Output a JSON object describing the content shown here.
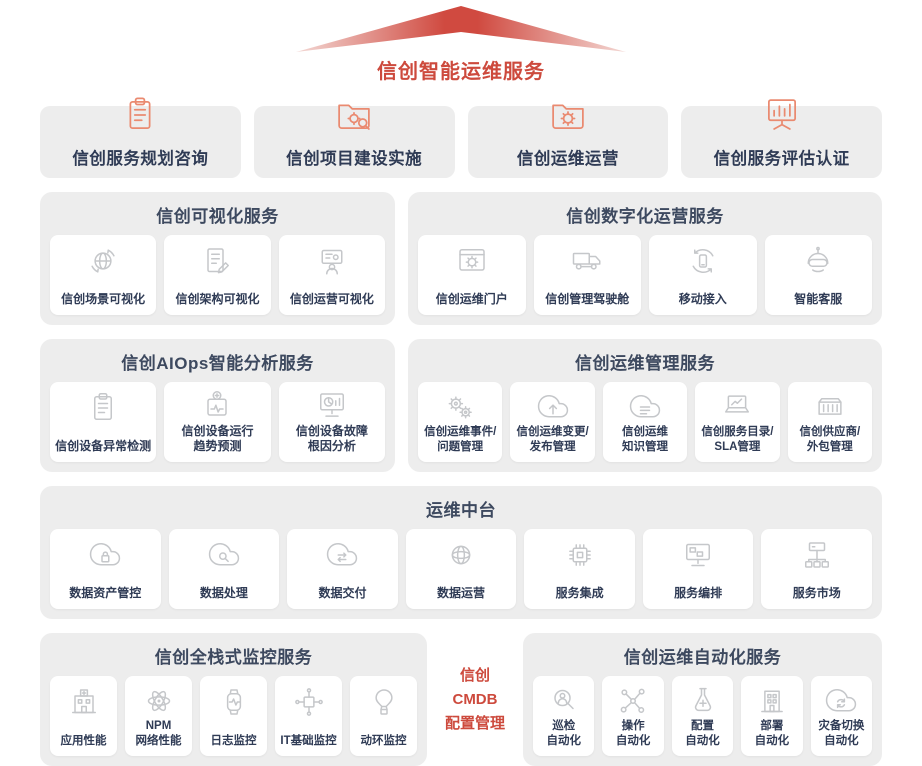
{
  "title": "信创智能运维服务",
  "colors": {
    "accent_red": "#cd4a3d",
    "header_navy": "#3d495f",
    "card_text": "#2f3b55",
    "panel_bg": "#ededed",
    "icon_orange": "#ea8a70",
    "icon_gray": "#c5c7ca",
    "roof_center": "#d04a40",
    "roof_edge": "#f3d8d4"
  },
  "top_cards": [
    {
      "label": "信创服务规划咨询",
      "icon": "notepad-icon"
    },
    {
      "label": "信创项目建设实施",
      "icon": "folder-gear-search-icon"
    },
    {
      "label": "信创运维运营",
      "icon": "folder-gear-icon"
    },
    {
      "label": "信创服务评估认证",
      "icon": "chart-board-icon"
    }
  ],
  "sections": {
    "visualization": {
      "title": "信创可视化服务",
      "items": [
        {
          "label": "信创场景可视化",
          "icon": "globe-sync-icon"
        },
        {
          "label": "信创架构可视化",
          "icon": "document-pen-icon"
        },
        {
          "label": "信创运营可视化",
          "icon": "presentation-icon"
        }
      ]
    },
    "digital_ops": {
      "title": "信创数字化运营服务",
      "items": [
        {
          "label": "信创运维门户",
          "icon": "window-gear-icon"
        },
        {
          "label": "信创管理驾驶舱",
          "icon": "truck-icon"
        },
        {
          "label": "移动接入",
          "icon": "mobile-sync-icon"
        },
        {
          "label": "智能客服",
          "icon": "robot-headset-icon"
        }
      ]
    },
    "aiops": {
      "title": "信创AIOps智能分析服务",
      "items": [
        {
          "label": "信创设备异常检测",
          "icon": "clipboard-list-icon"
        },
        {
          "label": "信创设备运行\n趋势预测",
          "icon": "device-plus-icon"
        },
        {
          "label": "信创设备故障\n根因分析",
          "icon": "monitor-chart-icon"
        }
      ]
    },
    "itsm": {
      "title": "信创运维管理服务",
      "items": [
        {
          "label": "信创运维事件/\n问题管理",
          "icon": "gears-icon"
        },
        {
          "label": "信创运维变更/\n发布管理",
          "icon": "cloud-upload-icon"
        },
        {
          "label": "信创运维\n知识管理",
          "icon": "cloud-database-icon"
        },
        {
          "label": "信创服务目录/\nSLA管理",
          "icon": "laptop-chart-icon"
        },
        {
          "label": "信创供应商/\n外包管理",
          "icon": "container-icon"
        }
      ]
    },
    "middle_platform": {
      "title": "运维中台",
      "items": [
        {
          "label": "数据资产管控",
          "icon": "cloud-lock-icon"
        },
        {
          "label": "数据处理",
          "icon": "cloud-search-icon"
        },
        {
          "label": "数据交付",
          "icon": "cloud-transfer-icon"
        },
        {
          "label": "数据运营",
          "icon": "network-globe-icon"
        },
        {
          "label": "服务集成",
          "icon": "chip-icon"
        },
        {
          "label": "服务编排",
          "icon": "workflow-icon"
        },
        {
          "label": "服务市场",
          "icon": "server-nodes-icon"
        }
      ]
    },
    "monitoring": {
      "title": "信创全栈式监控服务",
      "items": [
        {
          "label": "应用性能",
          "icon": "app-performance-icon"
        },
        {
          "label": "NPM\n网络性能",
          "icon": "atom-icon"
        },
        {
          "label": "日志监控",
          "icon": "watch-pulse-icon"
        },
        {
          "label": "IT基础监控",
          "icon": "circuit-icon"
        },
        {
          "label": "动环监控",
          "icon": "balloon-icon"
        }
      ]
    },
    "cmdb": {
      "label": "信创\nCMDB\n配置管理"
    },
    "automation": {
      "title": "信创运维自动化服务",
      "items": [
        {
          "label": "巡检\n自动化",
          "icon": "inspect-person-icon"
        },
        {
          "label": "操作\n自动化",
          "icon": "nodes-icon"
        },
        {
          "label": "配置\n自动化",
          "icon": "flask-icon"
        },
        {
          "label": "部署\n自动化",
          "icon": "building-icon"
        },
        {
          "label": "灾备切换\n自动化",
          "icon": "cloud-switch-icon"
        }
      ]
    }
  }
}
